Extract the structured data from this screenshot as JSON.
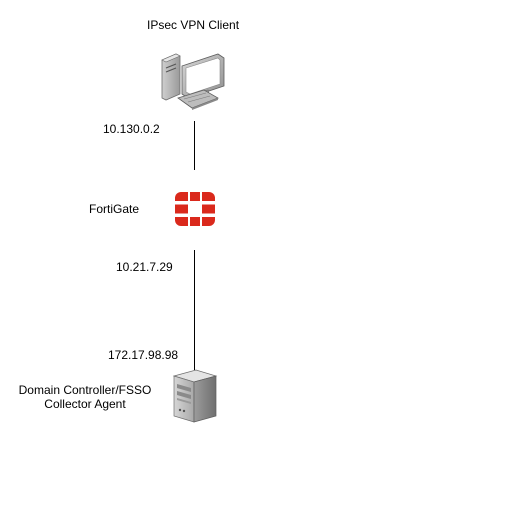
{
  "diagram": {
    "client": {
      "title": "IPsec VPN Client",
      "ip": "10.130.0.2",
      "icon": "desktop-computer-icon"
    },
    "firewall": {
      "title": "FortiGate",
      "ip_lan": "10.21.7.29",
      "icon": "fortinet-logo-icon",
      "color": "#da291c"
    },
    "server": {
      "title_line1": "Domain Controller/FSSO",
      "title_line2": "Collector Agent",
      "ip": "172.17.98.98",
      "icon": "tower-server-icon"
    }
  }
}
